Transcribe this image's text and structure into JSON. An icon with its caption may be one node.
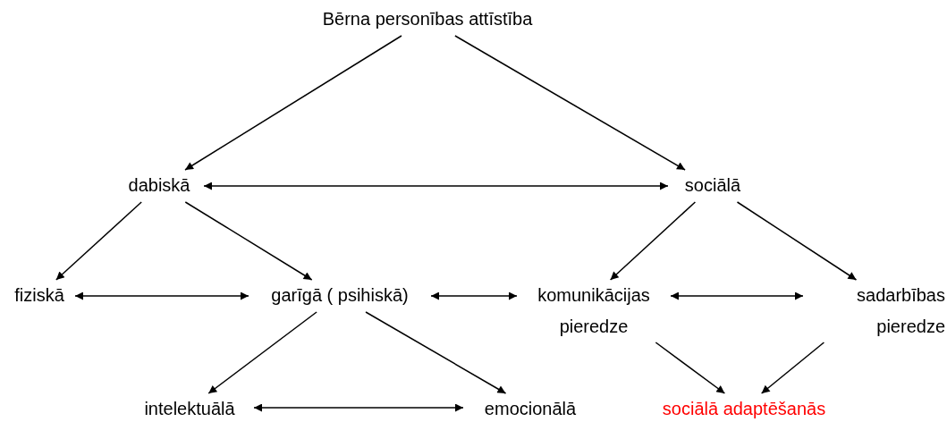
{
  "diagram": {
    "nodes": [
      {
        "text": [
          "Bērna personības attīstība"
        ]
      },
      {
        "text": [
          "dabiskā"
        ]
      },
      {
        "text": [
          "sociālā"
        ]
      },
      {
        "text": [
          "fiziskā"
        ]
      },
      {
        "text": [
          "garīgā ( psihiskā)"
        ]
      },
      {
        "text": [
          "komunikācijas pieredze"
        ]
      },
      {
        "text": [
          "sadarbības pieredze"
        ]
      },
      {
        "text": [
          "intelektuālā"
        ]
      },
      {
        "text": [
          "emocionālā"
        ]
      },
      {
        "text": [
          "sociālā adaptēšanās"
        ]
      }
    ],
    "edges": [
      {
        "from": 0,
        "to": 1,
        "arrow": "to"
      },
      {
        "from": 0,
        "to": 2,
        "arrow": "to"
      },
      {
        "from": 1,
        "to": 2,
        "arrow": "both"
      },
      {
        "from": 1,
        "to": 3,
        "arrow": "to"
      },
      {
        "from": 1,
        "to": 4,
        "arrow": "to"
      },
      {
        "from": 2,
        "to": 5,
        "arrow": "to"
      },
      {
        "from": 2,
        "to": 6,
        "arrow": "to"
      },
      {
        "from": 3,
        "to": 4,
        "arrow": "both"
      },
      {
        "from": 4,
        "to": 5,
        "arrow": "both"
      },
      {
        "from": 5,
        "to": 6,
        "arrow": "both"
      },
      {
        "from": 4,
        "to": 7,
        "arrow": "to"
      },
      {
        "from": 4,
        "to": 8,
        "arrow": "to"
      },
      {
        "from": 7,
        "to": 8,
        "arrow": "both"
      },
      {
        "from": 5,
        "to": 9,
        "arrow": "to"
      },
      {
        "from": 6,
        "to": 9,
        "arrow": "to"
      }
    ]
  }
}
